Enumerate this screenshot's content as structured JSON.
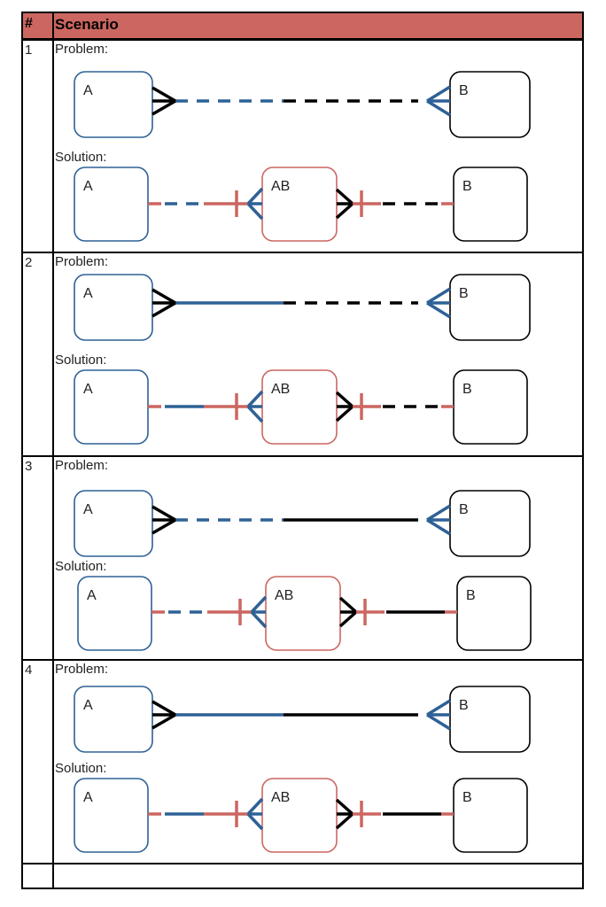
{
  "table": {
    "header_number": "#",
    "header_scenario": "Scenario"
  },
  "colors": {
    "header": "#cc6660",
    "blue": "#2e6196",
    "red": "#cc6660",
    "black": "#000000"
  },
  "scenarios": [
    {
      "number": "1",
      "problem_label": "Problem:",
      "solution_label": "Solution:",
      "problem": {
        "a": "A",
        "b": "B",
        "a_side_dashed": true,
        "b_side_dashed": true
      },
      "solution": {
        "a": "A",
        "ab": "AB",
        "b": "B",
        "a_side_dashed": true,
        "b_side_dashed": true
      }
    },
    {
      "number": "2",
      "problem_label": "Problem:",
      "solution_label": "Solution:",
      "problem": {
        "a": "A",
        "b": "B",
        "a_side_dashed": false,
        "b_side_dashed": true
      },
      "solution": {
        "a": "A",
        "ab": "AB",
        "b": "B",
        "a_side_dashed": false,
        "b_side_dashed": true
      }
    },
    {
      "number": "3",
      "problem_label": "Problem:",
      "solution_label": "Solution:",
      "problem": {
        "a": "A",
        "b": "B",
        "a_side_dashed": true,
        "b_side_dashed": false
      },
      "solution": {
        "a": "A",
        "ab": "AB",
        "b": "B",
        "a_side_dashed": true,
        "b_side_dashed": false
      }
    },
    {
      "number": "4",
      "problem_label": "Problem:",
      "solution_label": "Solution:",
      "problem": {
        "a": "A",
        "b": "B",
        "a_side_dashed": false,
        "b_side_dashed": false
      },
      "solution": {
        "a": "A",
        "ab": "AB",
        "b": "B",
        "a_side_dashed": false,
        "b_side_dashed": false
      }
    }
  ]
}
